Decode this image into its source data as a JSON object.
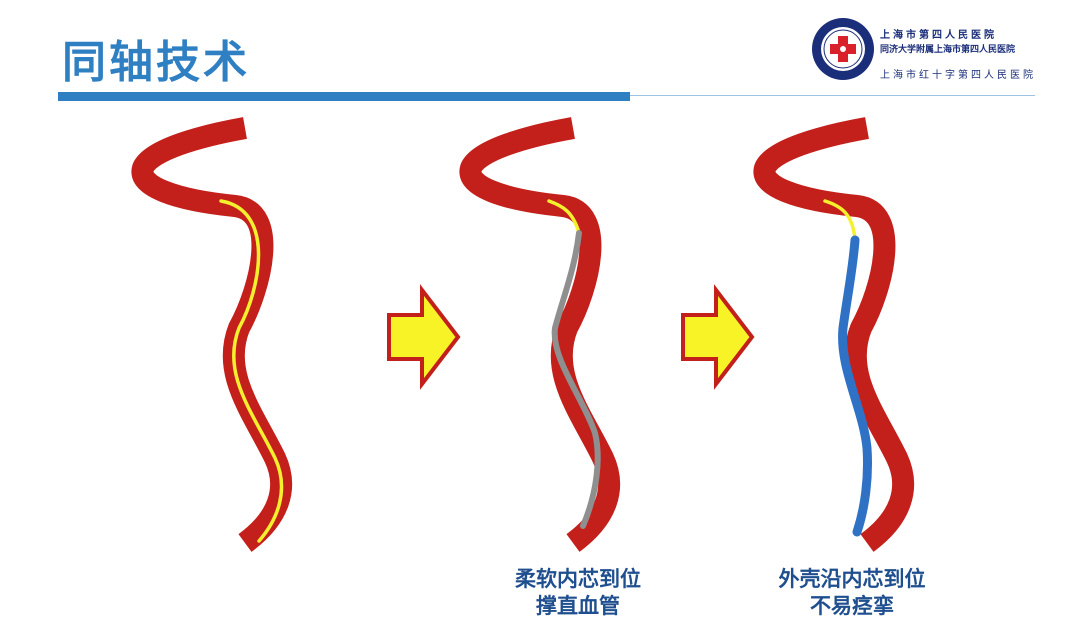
{
  "title": "同轴技术",
  "logo": {
    "line1": "上海市第四人民医院",
    "line2": "同济大学附属上海市第四人民医院",
    "line3": "上海市红十字第四人民医院",
    "colors": {
      "ring": "#1b2e7a",
      "cross": "#d8212a"
    }
  },
  "panels": [
    {
      "name": "guidewire-only",
      "catheter_colors": [
        "#f5f02e"
      ],
      "caption_lines": []
    },
    {
      "name": "soft-inner-core",
      "catheter_colors": [
        "#f5f02e",
        "#8f8f8f"
      ],
      "caption_lines": [
        "柔软内芯到位",
        "撑直血管"
      ]
    },
    {
      "name": "outer-shell",
      "catheter_colors": [
        "#f5f02e",
        "#2f72c5"
      ],
      "caption_lines": [
        "外壳沿内芯到位",
        "不易痉挛"
      ]
    }
  ],
  "colors": {
    "vessel": "#c4201b",
    "arrow_fill": "#f7f326",
    "arrow_stroke": "#c4201b",
    "title": "#2f7fc3",
    "caption": "#1f4f8f"
  }
}
